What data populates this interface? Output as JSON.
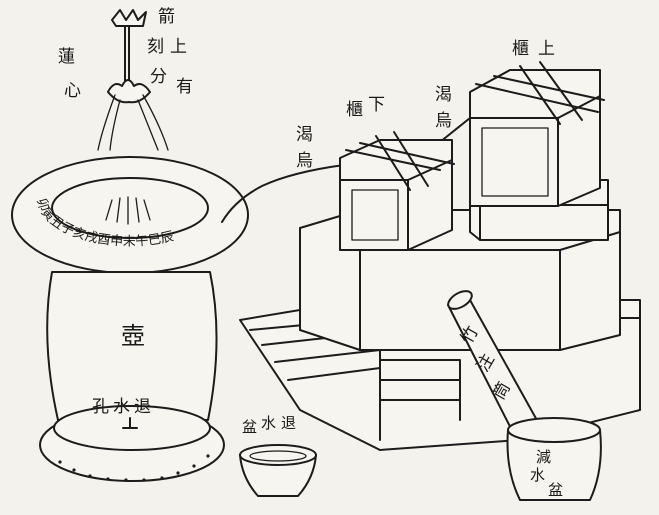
{
  "labels": {
    "lotus_heart": [
      "蓮",
      "心"
    ],
    "arrow_engraving": [
      "箭",
      "刻",
      "上",
      "分",
      "有"
    ],
    "pot": "壺",
    "outflow_hole": [
      "孔",
      "水",
      "退"
    ],
    "outflow_basin": [
      "盆",
      "水",
      "退"
    ],
    "lower_siphon": [
      "渴",
      "烏"
    ],
    "lower_cabinet": [
      "櫃",
      "下"
    ],
    "upper_siphon": [
      "渴",
      "烏"
    ],
    "upper_cabinet": [
      "櫃",
      "上"
    ],
    "bamboo_tube": [
      "竹",
      "注",
      "筒"
    ],
    "reduce_pot": [
      "減",
      "水",
      "盆"
    ],
    "dial_ring": "卯寅丑子亥戌酉申未午巳辰"
  },
  "colors": {
    "ink": "#1c1c1c",
    "paper": "#f4f2ec"
  }
}
